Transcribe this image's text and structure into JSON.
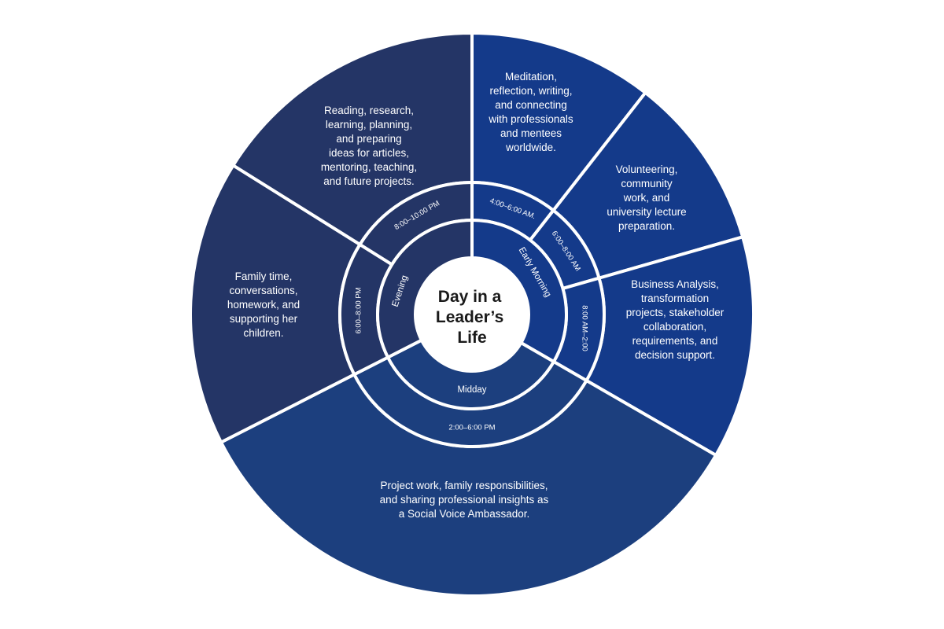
{
  "center_title": [
    "Day in a",
    "Leader’s",
    "Life"
  ],
  "colors": {
    "evening": "#243566",
    "early_morning": "#143a8a",
    "midday": "#1c3f7e",
    "divider": "#ffffff",
    "center": "#ffffff",
    "title_text": "#1a1a1a"
  },
  "periods": [
    {
      "id": "early-morning",
      "label": "Early Morning"
    },
    {
      "id": "midday",
      "label": "Midday"
    },
    {
      "id": "evening",
      "label": "Evening"
    }
  ],
  "time_slots": [
    {
      "id": "4am",
      "label": "4:00–6:00 AM.",
      "period": "early-morning"
    },
    {
      "id": "6am",
      "label": "6:00–8:00 AM",
      "period": "early-morning"
    },
    {
      "id": "8am",
      "label": "8:00 AM–2:00",
      "period": "early-morning"
    },
    {
      "id": "2pm",
      "label": "2:00–6:00 PM",
      "period": "midday"
    },
    {
      "id": "6pm",
      "label": "6:00–8:00 PM",
      "period": "evening"
    },
    {
      "id": "8pm",
      "label": "8:00–10:00 PM",
      "period": "evening"
    }
  ],
  "activities": [
    {
      "id": "4am",
      "lines": [
        "Meditation,",
        "reflection, writing,",
        "and connecting",
        "with professionals",
        "and mentees",
        "worldwide."
      ]
    },
    {
      "id": "6am",
      "lines": [
        "Volunteering,",
        "community",
        "work, and",
        "university lecture",
        "preparation."
      ]
    },
    {
      "id": "8am",
      "lines": [
        "Business Analysis,",
        "transformation",
        "projects, stakeholder",
        "collaboration,",
        "requirements, and",
        "decision support."
      ]
    },
    {
      "id": "2pm",
      "lines": [
        "Project work, family responsibilities,",
        "and sharing professional insights as",
        "a Social Voice Ambassador."
      ]
    },
    {
      "id": "6pm",
      "lines": [
        "Family time,",
        "conversations,",
        "homework, and",
        "supporting her",
        "children."
      ]
    },
    {
      "id": "8pm",
      "lines": [
        "Reading, research,",
        "learning, planning,",
        "and preparing",
        "ideas for articles,",
        "mentoring, teaching,",
        "and future projects."
      ]
    }
  ]
}
